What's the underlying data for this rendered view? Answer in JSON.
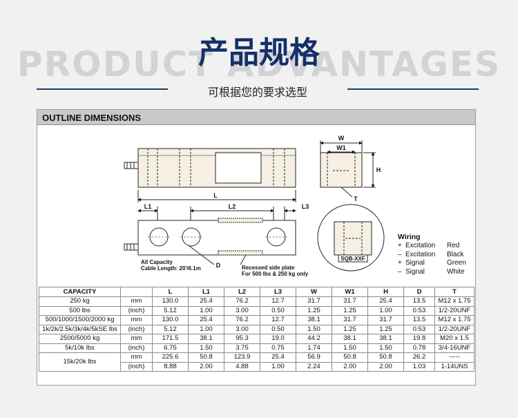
{
  "header": {
    "background_word": "PRODUCT ADVANTAGES",
    "title": "产品规格",
    "subtitle": "可根据您的要求选型"
  },
  "panel": {
    "title": "OUTLINE DIMENSIONS"
  },
  "drawing": {
    "dims_side": {
      "L": "L",
      "L1": "L1",
      "L2": "L2",
      "L3": "L3"
    },
    "dims_end": {
      "W": "W",
      "W1": "W1",
      "H": "H",
      "T": "T"
    },
    "note_capacity_line1": "All Capacity",
    "note_capacity_line2": "Cable Length: 20'/6.1m",
    "note_d": "D",
    "note_recessed_line1": "Recessed side plate",
    "note_recessed_line2": "For 500 lbs & 250 kg only",
    "circle_label": "SQB-XXF"
  },
  "wiring": {
    "title": "Wiring",
    "rows": [
      {
        "sym": "+",
        "signal": "Excitation",
        "color": "Red"
      },
      {
        "sym": "–",
        "signal": "Excitation",
        "color": "Black"
      },
      {
        "sym": "+",
        "signal": "Signal",
        "color": "Green"
      },
      {
        "sym": "–",
        "signal": "Signal",
        "color": "White"
      }
    ]
  },
  "table": {
    "headers": [
      "CAPACITY",
      "",
      "L",
      "L1",
      "L2",
      "L3",
      "W",
      "W1",
      "H",
      "D",
      "T"
    ],
    "rows": [
      [
        "250 kg",
        "mm",
        "130.0",
        "25.4",
        "76.2",
        "12.7",
        "31.7",
        "31.7",
        "25.4",
        "13.5",
        "M12 x 1.75"
      ],
      [
        "500 lbs",
        "(inch)",
        "5.12",
        "1.00",
        "3.00",
        "0.50",
        "1.25",
        "1.25",
        "1.00",
        "0.53",
        "1/2-20UNF"
      ],
      [
        "500/1000/1500/2000 kg",
        "mm",
        "130.0",
        "25.4",
        "76.2",
        "12.7",
        "38.1",
        "31.7",
        "31.7",
        "13.5",
        "M12 x 1.75"
      ],
      [
        "1k/2k/2.5k/3k/4k/5kSE lbs",
        "(inch)",
        "5.12",
        "1.00",
        "3.00",
        "0.50",
        "1.50",
        "1.25",
        "1.25",
        "0.53",
        "1/2-20UNF"
      ],
      [
        "2500/5000 kg",
        "mm",
        "171.5",
        "38.1",
        "95.3",
        "19.0",
        "44.2",
        "38.1",
        "38.1",
        "19.8",
        "M20 x 1.5"
      ],
      [
        "5k/10k lbs",
        "(inch)",
        "6.75",
        "1.50",
        "3.75",
        "0.75",
        "1.74",
        "1.50",
        "1.50",
        "0.78",
        "3/4-16UNF"
      ],
      [
        "15k/20k lbs",
        "mm",
        "225.6",
        "50.8",
        "123.9",
        "25.4",
        "56.9",
        "50.8",
        "50.8",
        "26.2",
        "-----"
      ],
      [
        "",
        "(inch)",
        "8.88",
        "2.00",
        "4.88",
        "1.00",
        "2.24",
        "2.00",
        "2.00",
        "1.03",
        "1-14UNS"
      ]
    ]
  }
}
